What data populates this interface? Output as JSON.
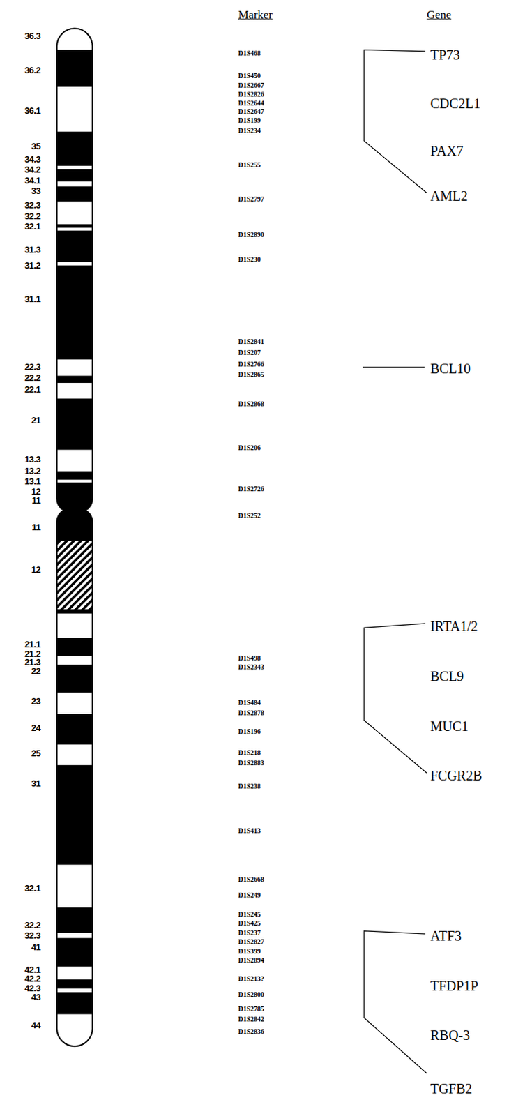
{
  "diagram": {
    "labels": [
      "Marker",
      "Gene",
      "36.3",
      "36.2",
      "36.1",
      "35",
      "34.3",
      "34.2",
      "34.1",
      "33",
      "32.3",
      "32.2",
      "32.1",
      "31.3",
      "31.2",
      "31.1",
      "22.3",
      "22.2",
      "22.1",
      "21",
      "13.3",
      "13.2",
      "13.1",
      "12",
      "11",
      "11",
      "12",
      "21.1",
      "21.2",
      "21.3",
      "22",
      "23",
      "24",
      "25",
      "31",
      "32.1",
      "32.2",
      "32.3",
      "41",
      "42.1",
      "42.2",
      "42.3",
      "43",
      "44",
      "D1S468",
      "D1S450",
      "D1S2667",
      "D1S2826",
      "D1S2644",
      "D1S2647",
      "D1S199",
      "D1S234",
      "D1S255",
      "D1S2797",
      "D1S2890",
      "D1S230",
      "D1S2841",
      "D1S207",
      "D1S2766",
      "D1S2865",
      "D1S2868",
      "D1S206",
      "D1S2726",
      "D1S252",
      "D1S498",
      "D1S2343",
      "D1S484",
      "D1S2878",
      "D1S196",
      "D1S218",
      "D1S2883",
      "D1S238",
      "D1S413",
      "D1S2668",
      "D1S249",
      "D1S245",
      "D1S425",
      "D1S237",
      "D1S2827",
      "D1S399",
      "D1S2894",
      "D1S213?",
      "D1S2800",
      "D1S2785",
      "D1S2842",
      "D1S2836",
      "TP73",
      "CDC2L1",
      "PAX7",
      "AML2",
      "BCL10",
      "IRTA1/2",
      "BCL9",
      "MUC1",
      "FCGR2B",
      "ATF3",
      "TFDP1P",
      "RBQ-3",
      "TGFB2"
    ]
  }
}
